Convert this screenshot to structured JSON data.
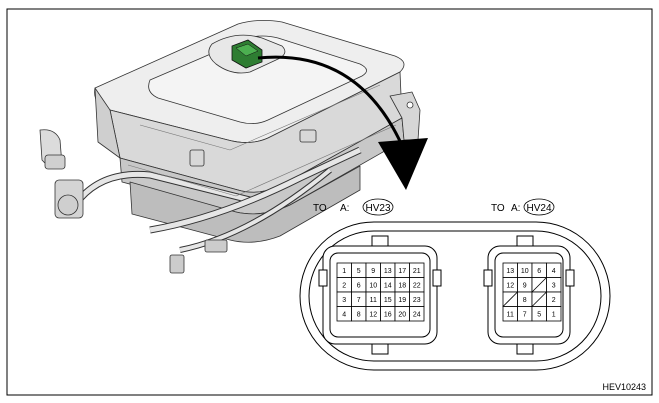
{
  "connector_a": {
    "prefix": "TO",
    "code_prefix": "A:",
    "code": "HV23",
    "pins": [
      [
        "1",
        "5",
        "9",
        "13",
        "17",
        "21"
      ],
      [
        "2",
        "6",
        "10",
        "14",
        "18",
        "22"
      ],
      [
        "3",
        "7",
        "11",
        "15",
        "19",
        "23"
      ],
      [
        "4",
        "8",
        "12",
        "16",
        "20",
        "24"
      ]
    ]
  },
  "connector_b": {
    "prefix": "TO",
    "code_prefix": "A:",
    "code": "HV24",
    "pins": [
      [
        "13",
        "10",
        "6",
        "4"
      ],
      [
        "12",
        "9",
        "",
        ""
      ],
      [
        "",
        "8",
        "",
        "2"
      ],
      [
        "11",
        "7",
        "5",
        "1"
      ]
    ],
    "pin_3": "3"
  },
  "figure_id": "HEV10243",
  "colors": {
    "connector_highlight": "#2e7d32",
    "arrow": "#000000",
    "unit_body": "#e6e6e6"
  }
}
